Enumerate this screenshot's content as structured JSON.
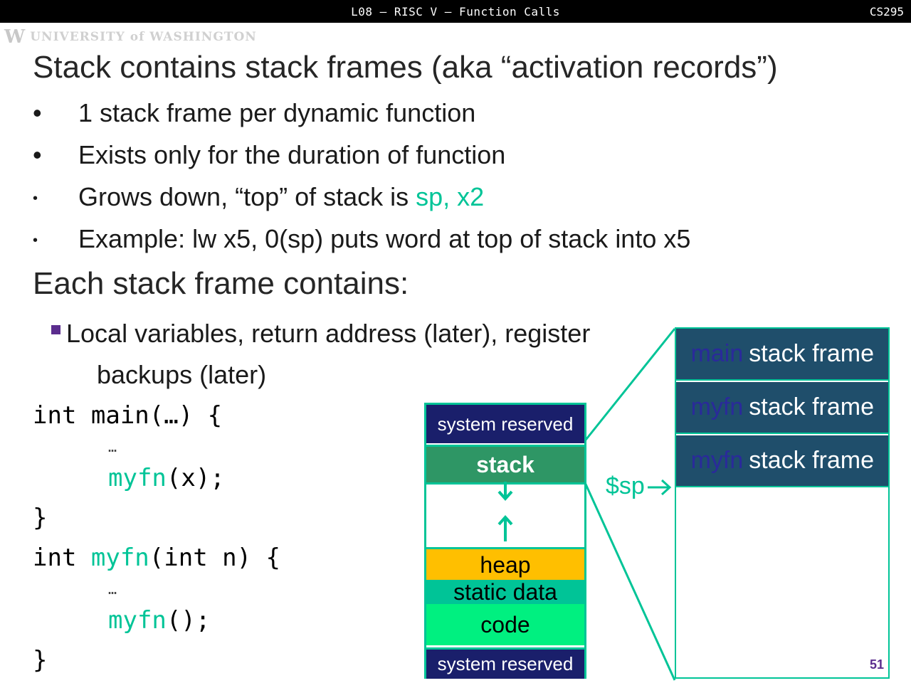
{
  "header": {
    "lecture_title": "L08 – RISC V – Function Calls",
    "course": "CS295"
  },
  "logo": {
    "mark": "W",
    "text": "UNIVERSITY of WASHINGTON"
  },
  "slide": {
    "title": "Stack contains stack frames (aka “activation records”)",
    "bullets": [
      {
        "marker": "•",
        "text": "1 stack frame per dynamic function"
      },
      {
        "marker": "•",
        "text": "Exists only for the duration of function"
      },
      {
        "marker": "•",
        "text_before": "Grows down, “top” of stack is ",
        "highlight": "sp, x2"
      },
      {
        "marker": "•",
        "text": "Example: lw x5, 0(sp) puts word at top of stack into x5"
      }
    ],
    "heading2": "Each stack frame contains:",
    "sub_bullet": {
      "line1": "Local variables, return address (later), register",
      "line2": "backups (later)"
    },
    "code": {
      "l1": "int main(…) {",
      "l2": "…",
      "l3_fn": "myfn",
      "l3_rest": "(x);",
      "l4": "}",
      "l5_kw": "int ",
      "l5_fn": "myfn",
      "l5_rest": "(int n) {",
      "l6": "…",
      "l7_fn": "myfn",
      "l7_rest": "();",
      "l8": "}"
    },
    "memory": {
      "system_reserved_top": "system reserved",
      "stack": "stack",
      "heap": "heap",
      "static_data": "static data",
      "code": "code",
      "system_reserved_bottom": "system reserved"
    },
    "sp_label": "$sp",
    "frames": [
      {
        "fn": "main",
        "label": "stack frame"
      },
      {
        "fn": "myfn",
        "label": "stack frame"
      },
      {
        "fn": "myfn",
        "label": "stack frame"
      }
    ],
    "page_number": "51"
  },
  "colors": {
    "accent": "#00c497",
    "navy": "#1a1f6b",
    "stack_green": "#2e9665",
    "heap": "#ffbf00",
    "code_green": "#00f080",
    "frame_blue": "#1f4e6b",
    "purple": "#5b2d8e"
  }
}
